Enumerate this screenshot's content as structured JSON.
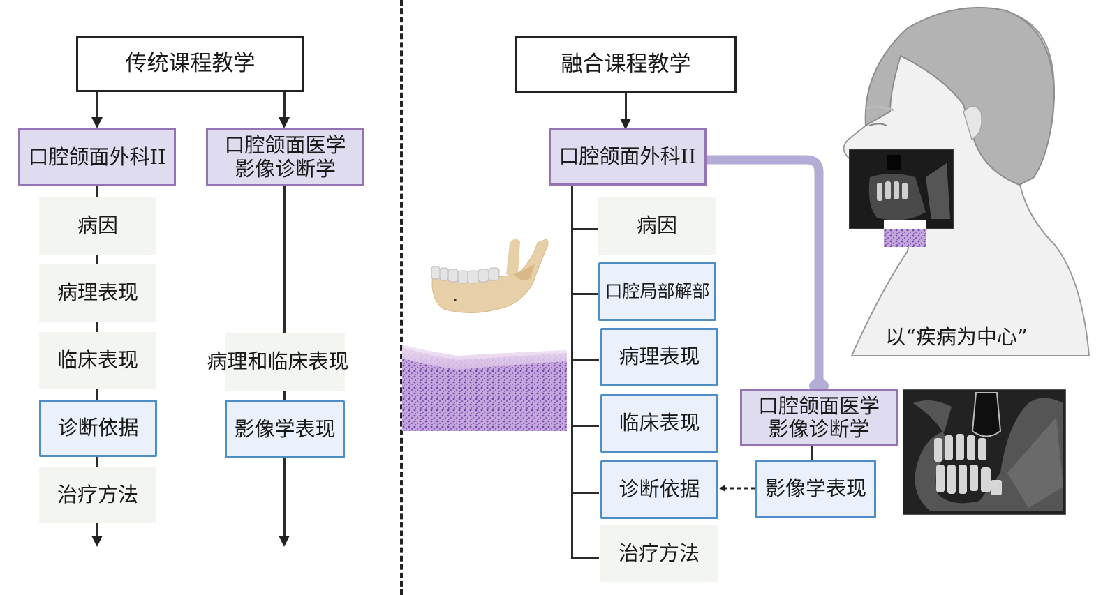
{
  "left": {
    "title": "传统课程教学",
    "col1": {
      "header": "口腔颌面外科II",
      "items": [
        "病因",
        "病理表现",
        "临床表现",
        "诊断依据",
        "治疗方法"
      ]
    },
    "col2": {
      "header_line1": "口腔颌面医学",
      "header_line2": "影像诊断学",
      "items": [
        "病理和临床表现",
        "影像学表现"
      ]
    }
  },
  "right": {
    "title": "融合课程教学",
    "main_header": "口腔颌面外科II",
    "branches": [
      "病因",
      "口腔局部解部",
      "病理表现",
      "临床表现",
      "诊断依据",
      "治疗方法"
    ],
    "imaging_header_line1": "口腔颌面医学",
    "imaging_header_line2": "影像诊断学",
    "imaging_item": "影像学表现",
    "caption": "以“疾病为中心”"
  },
  "colors": {
    "purple_fill": "#dfdcef",
    "purple_border": "#9673b3",
    "blue_fill": "#eaf1fc",
    "blue_border": "#4f8dc6",
    "green_fill": "#f3f5f0",
    "connector": "#b3acd6"
  }
}
